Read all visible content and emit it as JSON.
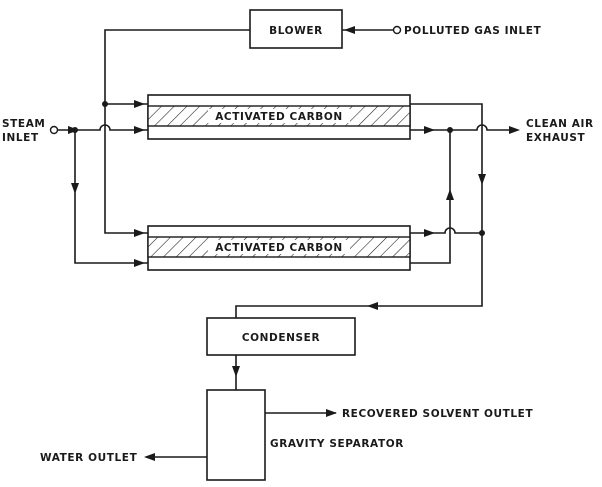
{
  "equipment": {
    "blower": "BLOWER",
    "carbon_bed_top": "ACTIVATED CARBON",
    "carbon_bed_bottom": "ACTIVATED CARBON",
    "condenser": "CONDENSER",
    "separator": "GRAVITY SEPARATOR"
  },
  "streams": {
    "polluted_gas_inlet": "POLLUTED GAS INLET",
    "steam_inlet_line1": "STEAM",
    "steam_inlet_line2": "INLET",
    "clean_air_line1": "CLEAN AIR",
    "clean_air_line2": "EXHAUST",
    "recovered_solvent": "RECOVERED SOLVENT OUTLET",
    "water_outlet": "WATER OUTLET"
  },
  "colors": {
    "line": "#1a1a1a",
    "background": "#ffffff"
  }
}
